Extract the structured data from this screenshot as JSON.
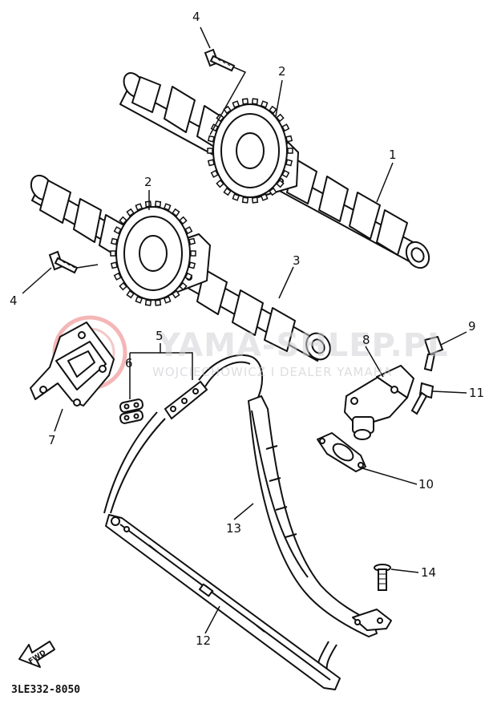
{
  "watermark": {
    "title": "YAMA-SHLEP.PL",
    "subtitle": "WOJCIECHOWICZ I DEALER YAMAHA"
  },
  "diagram_code": "3LE332-8050",
  "fwd_label": "FWD",
  "callouts": {
    "part_1": "1",
    "part_2_upper": "2",
    "part_2_lower": "2",
    "part_3": "3",
    "part_4_upper": "4",
    "part_4_lower": "4",
    "part_5": "5",
    "part_6": "6",
    "part_7": "7",
    "part_8": "8",
    "part_9": "9",
    "part_10": "10",
    "part_11": "11",
    "part_12": "12",
    "part_13": "13",
    "part_14": "14"
  },
  "colors": {
    "line": "#111111",
    "watermark": "#d2d2d7",
    "logo_red": "#f4b6b6"
  }
}
